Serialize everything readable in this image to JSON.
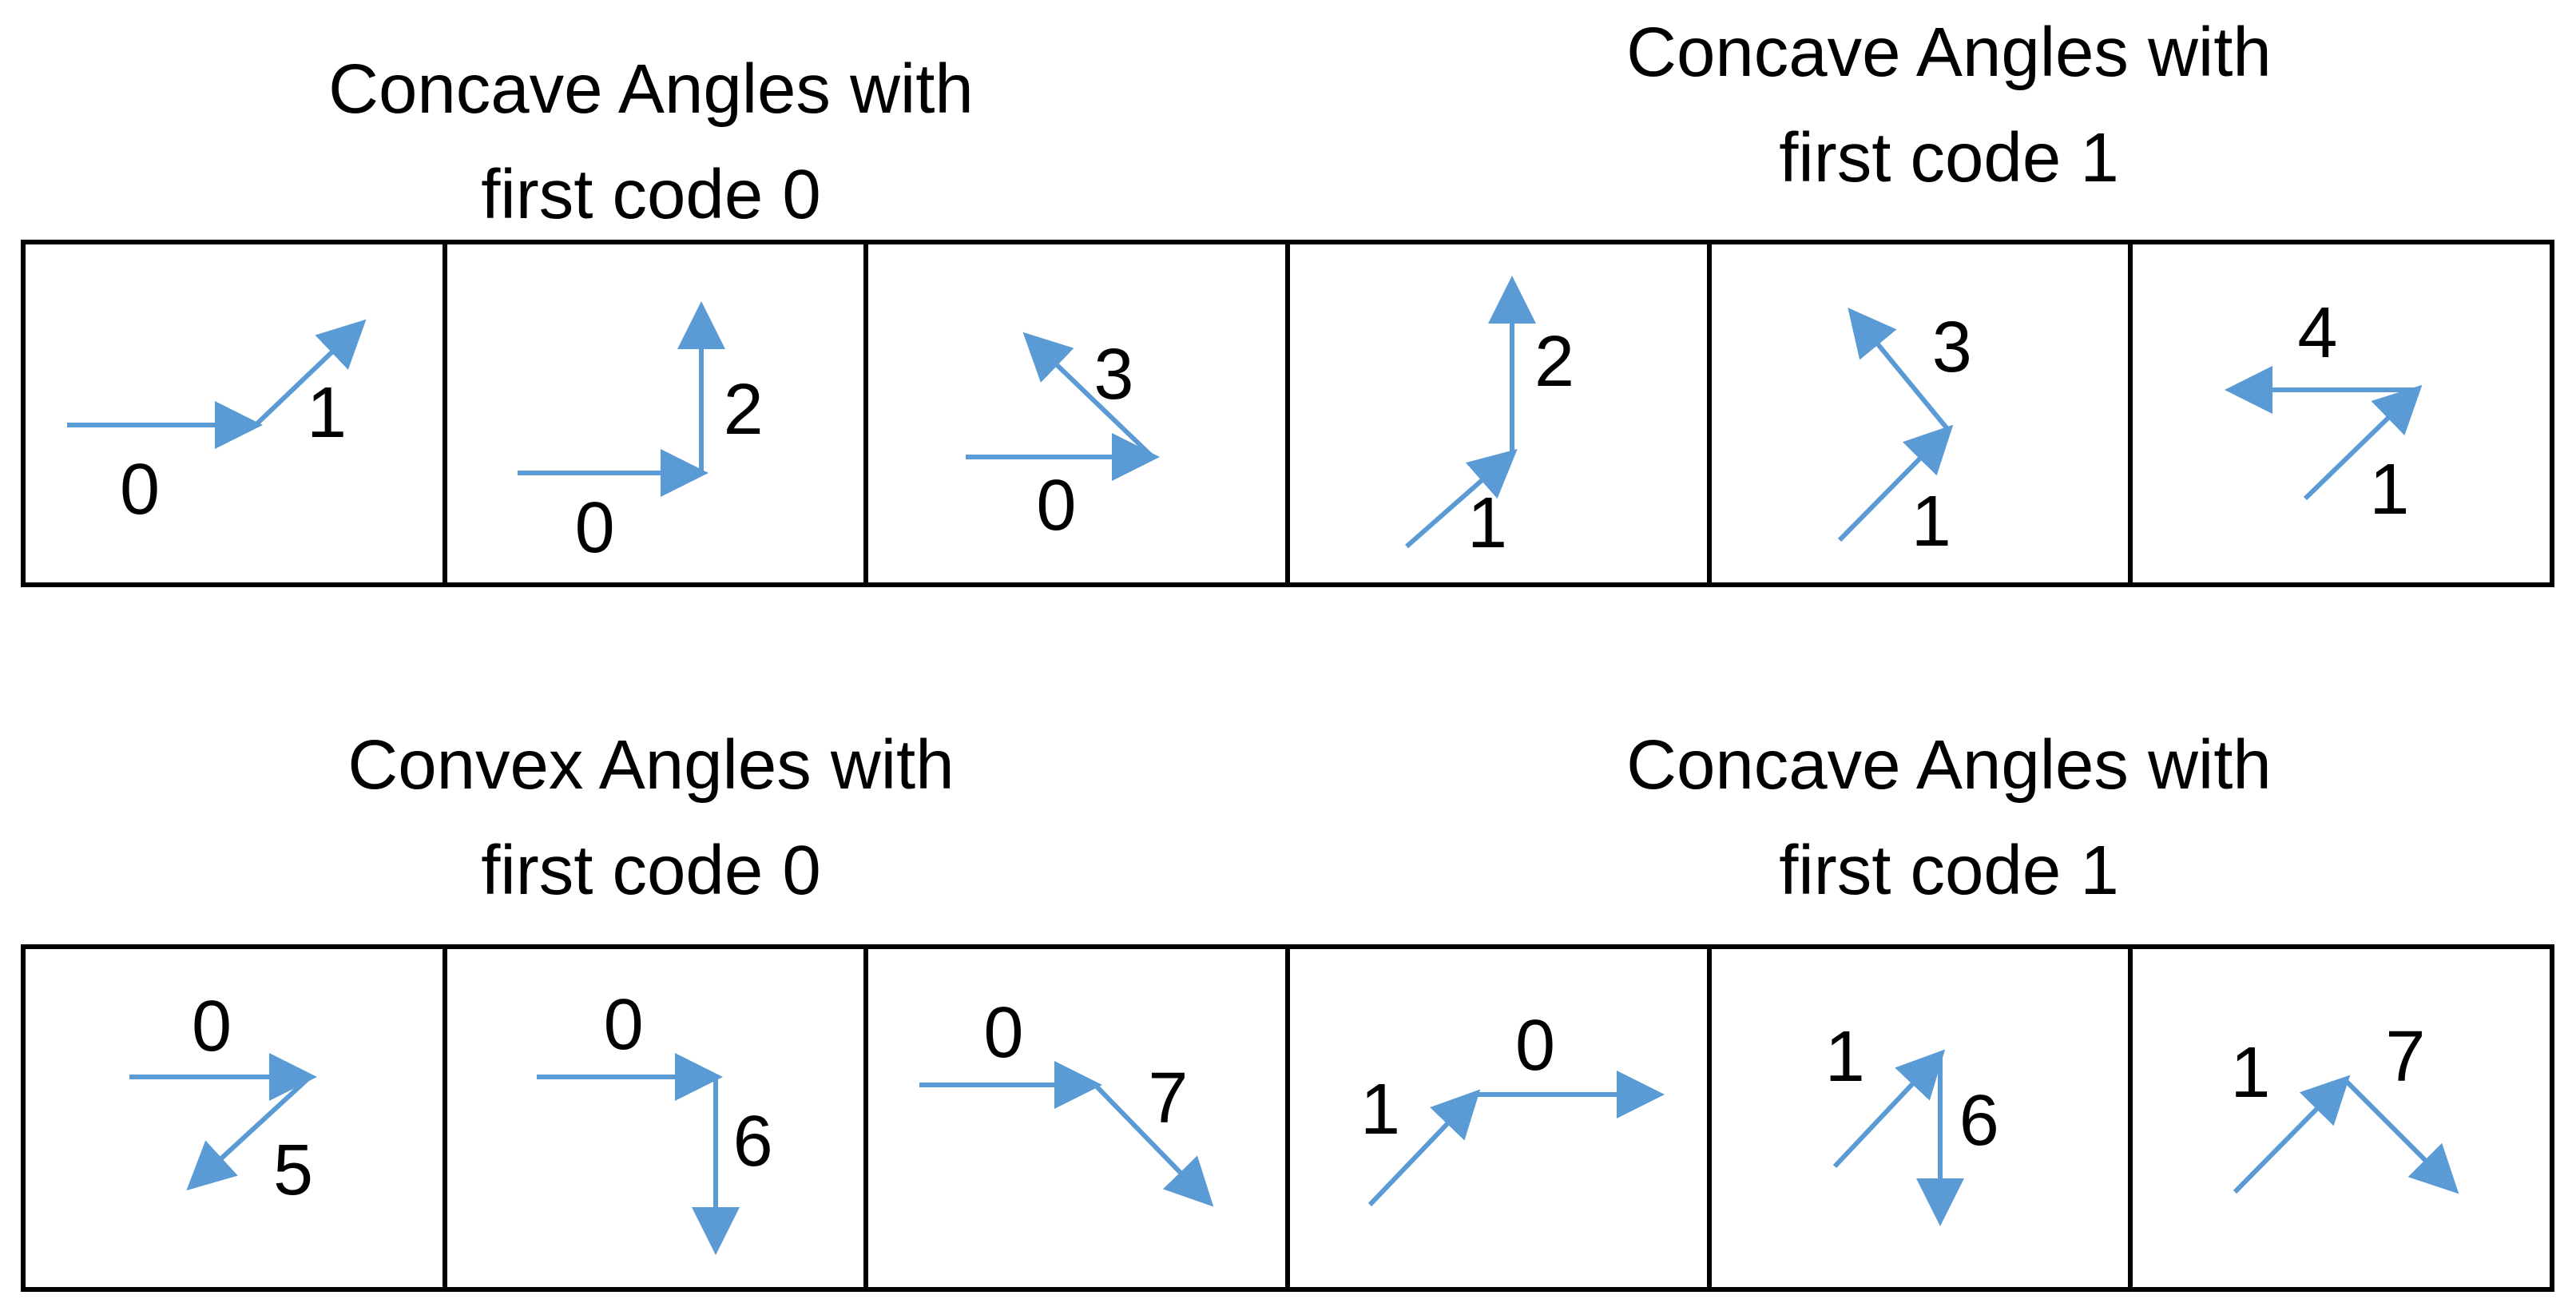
{
  "arrow_color": "#5b9bd5",
  "sections": [
    {
      "title_line1": "Concave Angles with",
      "title_line2": "first code 0",
      "cells": [
        {
          "first_code": "0",
          "second_code": "1"
        },
        {
          "first_code": "0",
          "second_code": "2"
        },
        {
          "first_code": "0",
          "second_code": "3"
        }
      ]
    },
    {
      "title_line1": "Concave Angles with",
      "title_line2": "first code 1",
      "cells": [
        {
          "first_code": "1",
          "second_code": "2"
        },
        {
          "first_code": "1",
          "second_code": "3"
        },
        {
          "first_code": "1",
          "second_code": "4"
        }
      ]
    },
    {
      "title_line1": "Convex Angles with",
      "title_line2": "first code 0",
      "cells": [
        {
          "first_code": "0",
          "second_code": "5"
        },
        {
          "first_code": "0",
          "second_code": "6"
        },
        {
          "first_code": "0",
          "second_code": "7"
        }
      ]
    },
    {
      "title_line1": "Concave Angles with",
      "title_line2": "first code 1",
      "cells": [
        {
          "first_code": "1",
          "second_code": "0"
        },
        {
          "first_code": "1",
          "second_code": "6"
        },
        {
          "first_code": "1",
          "second_code": "7"
        }
      ]
    }
  ]
}
